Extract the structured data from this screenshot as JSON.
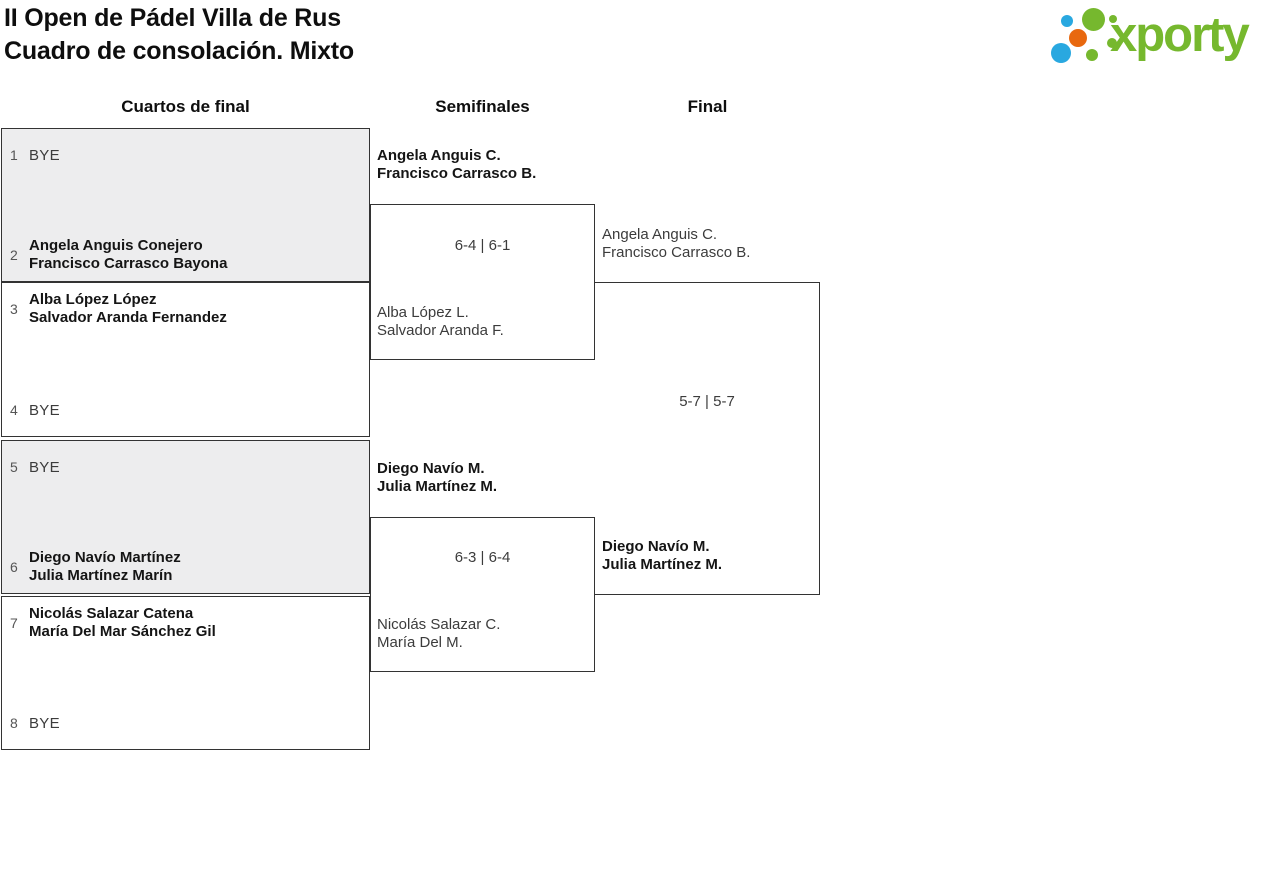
{
  "page": {
    "title_line1": "II Open de Pádel Villa de Rus",
    "title_line2": "Cuadro de consolación. Mixto"
  },
  "logo": {
    "text": "xporty",
    "colors": {
      "green": "#76b82e",
      "blue": "#29a8e0",
      "orange": "#e8680f"
    }
  },
  "columns": [
    {
      "label": "Cuartos de final"
    },
    {
      "label": "Semifinales"
    },
    {
      "label": "Final"
    }
  ],
  "colors": {
    "box_shade": "#ededee",
    "box_border": "#333333",
    "winner_text": "#151515",
    "muted_text": "#3c3c3c",
    "seed_text": "#555555"
  },
  "quarterfinals": [
    {
      "top": {
        "seed": "1",
        "line1": "BYE",
        "is_bye": true,
        "is_winner": false
      },
      "bottom": {
        "seed": "2",
        "line1": "Angela Anguis Conejero",
        "line2": "Francisco Carrasco Bayona",
        "is_bye": false,
        "is_winner": true
      }
    },
    {
      "top": {
        "seed": "3",
        "line1": "Alba López López",
        "line2": "Salvador Aranda Fernandez",
        "is_bye": false,
        "is_winner": true
      },
      "bottom": {
        "seed": "4",
        "line1": "BYE",
        "is_bye": true,
        "is_winner": false
      }
    },
    {
      "top": {
        "seed": "5",
        "line1": "BYE",
        "is_bye": true,
        "is_winner": false
      },
      "bottom": {
        "seed": "6",
        "line1": "Diego Navío Martínez",
        "line2": "Julia Martínez Marín",
        "is_bye": false,
        "is_winner": true
      }
    },
    {
      "top": {
        "seed": "7",
        "line1": "Nicolás Salazar Catena",
        "line2": "María Del Mar Sánchez Gil",
        "is_bye": false,
        "is_winner": true
      },
      "bottom": {
        "seed": "8",
        "line1": "BYE",
        "is_bye": true,
        "is_winner": false
      }
    }
  ],
  "semifinals": [
    {
      "top": {
        "line1": "Angela Anguis C.",
        "line2": "Francisco Carrasco B.",
        "is_winner": true
      },
      "score": "6-4 | 6-1",
      "bottom": {
        "line1": "Alba López L.",
        "line2": "Salvador Aranda F.",
        "is_winner": false
      }
    },
    {
      "top": {
        "line1": "Diego Navío M.",
        "line2": "Julia Martínez M.",
        "is_winner": true
      },
      "score": "6-3 | 6-4",
      "bottom": {
        "line1": "Nicolás Salazar C.",
        "line2": "María Del M.",
        "is_winner": false
      }
    }
  ],
  "final": {
    "top": {
      "line1": "Angela Anguis C.",
      "line2": "Francisco Carrasco B.",
      "is_winner": false
    },
    "score": "5-7 | 5-7",
    "bottom": {
      "line1": "Diego Navío M.",
      "line2": "Julia Martínez M.",
      "is_winner": true
    }
  }
}
